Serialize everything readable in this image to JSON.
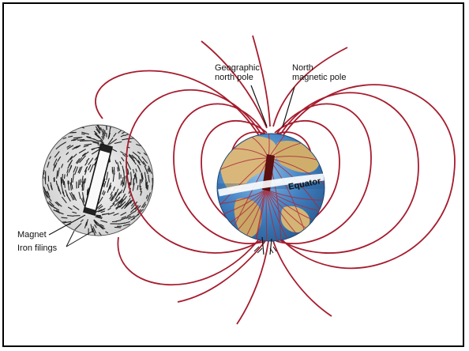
{
  "labels": {
    "geographic_north_pole_line1": "Geographic",
    "geographic_north_pole_line2": "north pole",
    "north_magnetic_pole_line1": "North",
    "north_magnetic_pole_line2": "magnetic pole",
    "magnet": "Magnet",
    "iron_filings": "Iron filings",
    "equator": "Equator"
  },
  "colors": {
    "field_line": "#a61c2e",
    "ocean": "#4a86c5",
    "land": "#d9b77a",
    "core_bar": "#5c1010"
  }
}
